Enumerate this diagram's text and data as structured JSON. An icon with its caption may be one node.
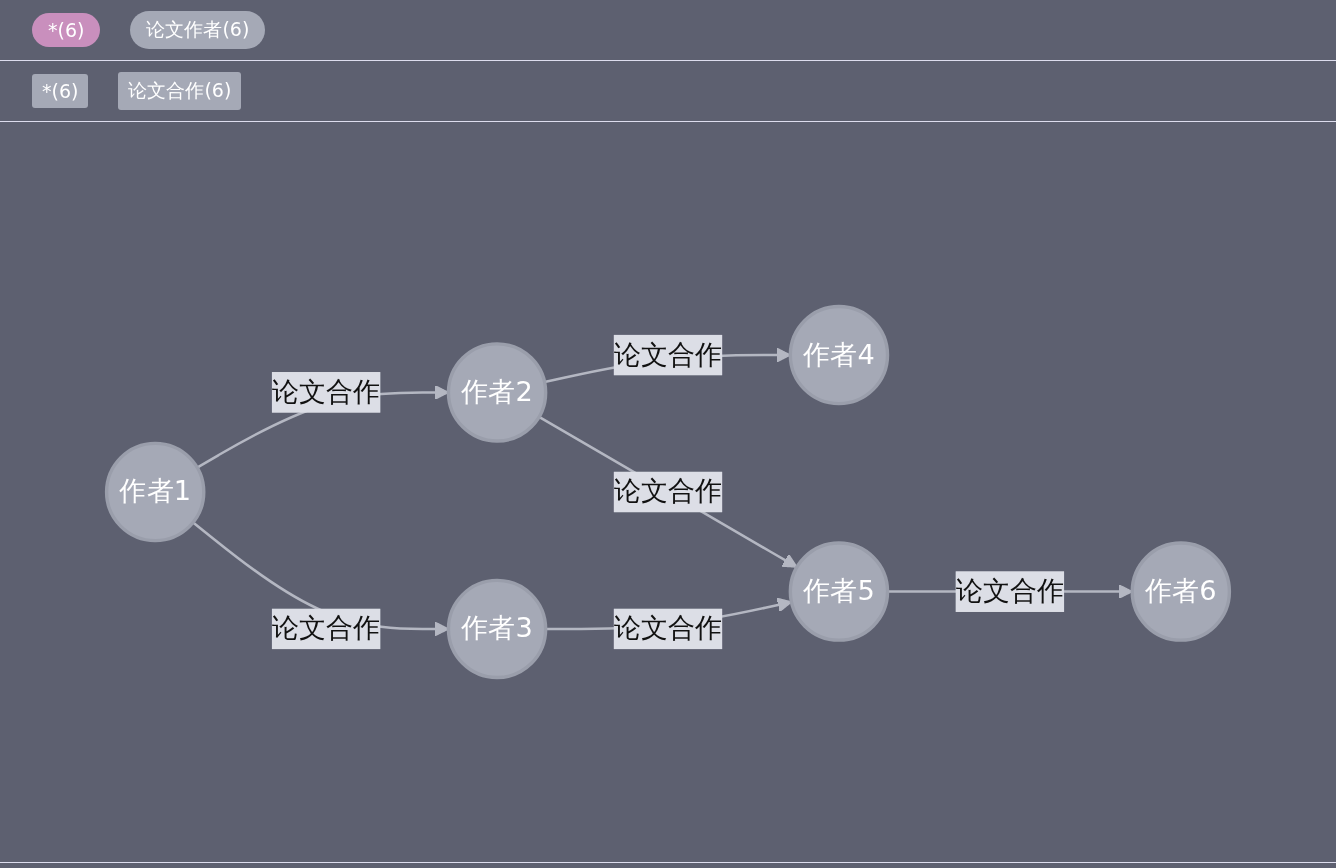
{
  "diagram": {
    "nodes": [
      {
        "text": [
          "作者1"
        ]
      },
      {
        "text": [
          "作者2"
        ]
      },
      {
        "text": [
          "作者3"
        ]
      },
      {
        "text": [
          "作者4"
        ]
      },
      {
        "text": [
          "作者5"
        ]
      },
      {
        "text": [
          "作者6"
        ]
      }
    ],
    "edges": [
      {
        "from": 0,
        "to": 1,
        "arrow": "to",
        "label": "论文合作"
      },
      {
        "from": 0,
        "to": 2,
        "arrow": "to",
        "label": "论文合作"
      },
      {
        "from": 1,
        "to": 3,
        "arrow": "to",
        "label": "论文合作"
      },
      {
        "from": 1,
        "to": 4,
        "arrow": "to",
        "label": "论文合作"
      },
      {
        "from": 2,
        "to": 4,
        "arrow": "to",
        "label": "论文合作"
      },
      {
        "from": 4,
        "to": 5,
        "arrow": "to",
        "label": "论文合作"
      }
    ],
    "labels": [
      "*(6)",
      "论文作者(6)",
      "*(6)",
      "论文合作(6)"
    ]
  }
}
